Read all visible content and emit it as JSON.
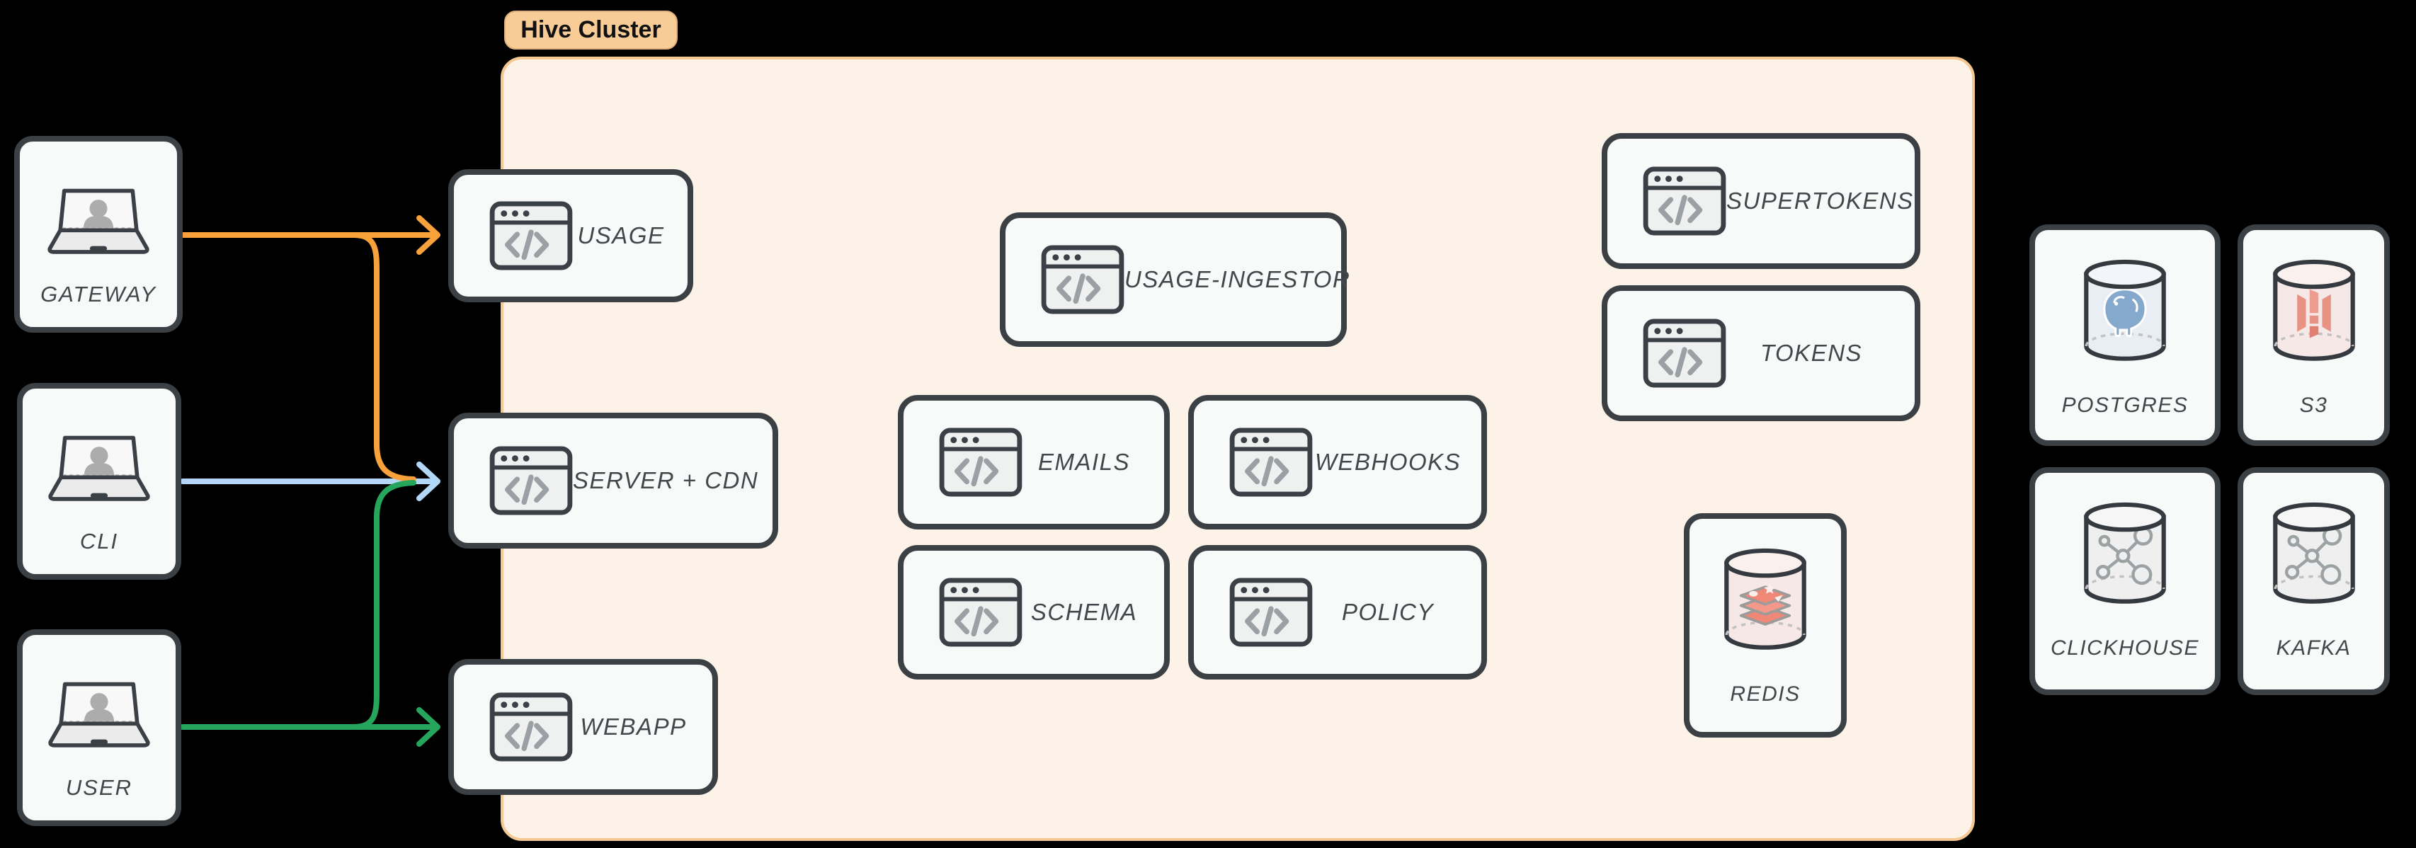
{
  "cluster": {
    "label": "Hive Cluster"
  },
  "clients": [
    {
      "label": "GATEWAY",
      "icon": "laptop-user"
    },
    {
      "label": "CLI",
      "icon": "laptop-user"
    },
    {
      "label": "USER",
      "icon": "laptop-user"
    }
  ],
  "services": [
    {
      "label": "USAGE",
      "icon": "code-window"
    },
    {
      "label": "SERVER + CDN",
      "icon": "code-window"
    },
    {
      "label": "WEBAPP",
      "icon": "code-window"
    },
    {
      "label": "USAGE-INGESTOR",
      "icon": "code-window"
    },
    {
      "label": "EMAILS",
      "icon": "code-window"
    },
    {
      "label": "WEBHOOKS",
      "icon": "code-window"
    },
    {
      "label": "SCHEMA",
      "icon": "code-window"
    },
    {
      "label": "POLICY",
      "icon": "code-window"
    },
    {
      "label": "SUPERTOKENS",
      "icon": "code-window"
    },
    {
      "label": "TOKENS",
      "icon": "code-window"
    }
  ],
  "datastores": [
    {
      "label": "REDIS",
      "icon": "redis-database"
    },
    {
      "label": "POSTGRES",
      "icon": "postgres-database"
    },
    {
      "label": "S3",
      "icon": "s3-database"
    },
    {
      "label": "CLICKHOUSE",
      "icon": "clickhouse-database"
    },
    {
      "label": "KAFKA",
      "icon": "kafka-database"
    }
  ],
  "arrows": [
    {
      "from": "GATEWAY",
      "to": [
        "USAGE",
        "SERVER + CDN"
      ],
      "color": "#F9A13A"
    },
    {
      "from": "CLI",
      "to": [
        "SERVER + CDN"
      ],
      "color": "#B3D7F7"
    },
    {
      "from": "USER",
      "to": [
        "WEBAPP",
        "SERVER + CDN"
      ],
      "color": "#26A55C"
    }
  ],
  "colors": {
    "background": "#000000",
    "cluster_fill": "#FCF2E8",
    "cluster_border": "#F4C893",
    "pill_fill": "#F7CC96",
    "pill_border": "#E2B27C",
    "pill_text": "#111111",
    "node_fill": "#F8F9F9",
    "node_border": "#3B4045",
    "label_color": "#43474B",
    "gateway_arrow": "#F9A13A",
    "cli_arrow": "#B3D7F7",
    "user_arrow": "#26A55C"
  }
}
